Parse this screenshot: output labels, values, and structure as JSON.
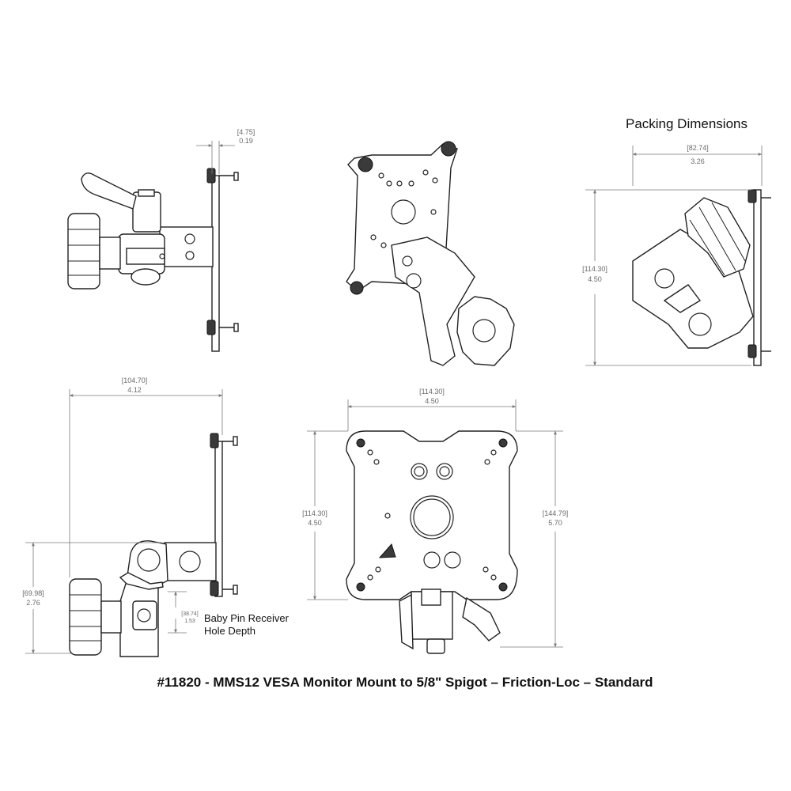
{
  "packing_title": "Packing Dimensions",
  "caption": "#11820 - MMS12 VESA Monitor Mount to 5/8\" Spigot – Friction-Loc – Standard",
  "note_baby_pin_line1": "Baby Pin Receiver",
  "note_baby_pin_line2": "Hole Depth",
  "dimensions": {
    "plate_thickness_mm": "[4.75]",
    "plate_thickness_in": "0.19",
    "pack_width_mm": "[82.74]",
    "pack_width_in": "3.26",
    "pack_height_mm": "[114.30]",
    "pack_height_in": "4.50",
    "depth_mm": "[104.70]",
    "depth_in": "4.12",
    "front_width_mm": "[114.30]",
    "front_width_in": "4.50",
    "front_height_mm": "[114.30]",
    "front_height_in": "4.50",
    "overall_height_mm": "[144.79]",
    "overall_height_in": "5.70",
    "side_height_mm": "[69.98]",
    "side_height_in": "2.76",
    "pin_depth_mm": "[38.74]",
    "pin_depth_in": "1.53"
  }
}
